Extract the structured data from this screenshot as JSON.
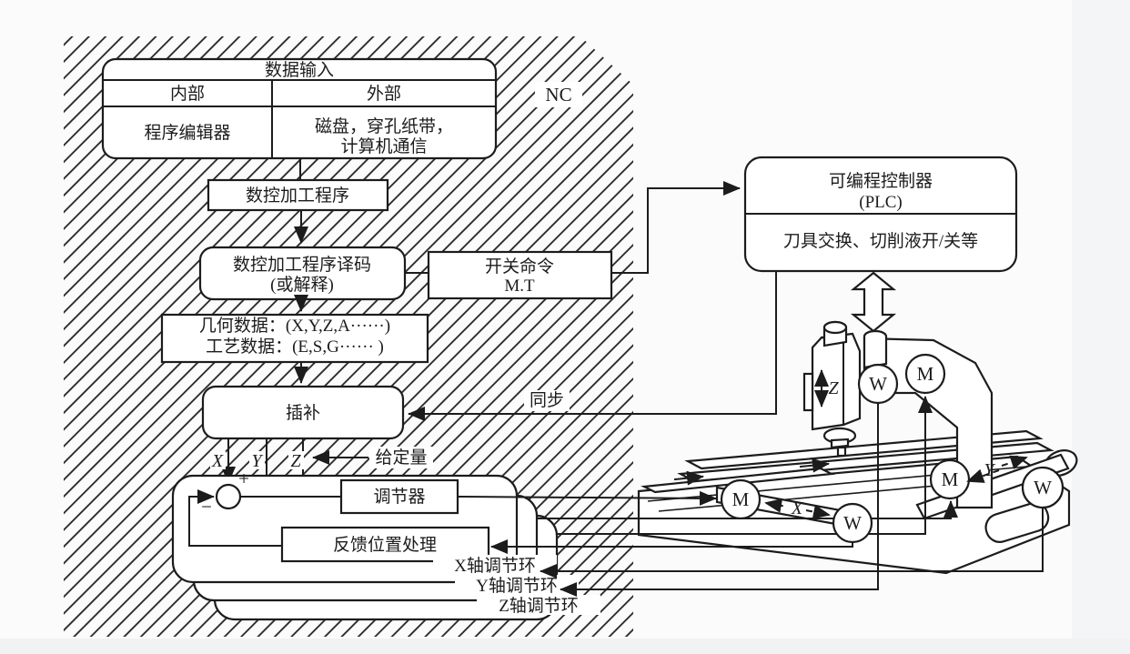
{
  "figure": {
    "nc": "NC",
    "input_table": {
      "title": "数据输入",
      "internal": "内部",
      "external": "外部",
      "internal_item": "程序编辑器",
      "external_item1": "磁盘，穿孔纸带，",
      "external_item2": "计算机通信"
    },
    "nc_program": "数控加工程序",
    "decode1": "数控加工程序译码",
    "decode2": "(或解释)",
    "switch1": "开关命令",
    "switch2": "M.T",
    "geom": "几何数据：(X,Y,Z,A······)",
    "tech": "工艺数据：(E,S,G······ )",
    "interp": "插补",
    "sync": "同步",
    "setpoint": "给定量",
    "plus": "+",
    "minus": "−",
    "axisX": "X",
    "axisY": "Y",
    "axisZ": "Z",
    "regulator": "调节器",
    "feedback": "反馈位置处理",
    "loopX": "X轴调节环",
    "loopY": "Y轴调节环",
    "loopZ": "Z轴调节环",
    "plc1": "可编程控制器",
    "plc2": "(PLC)",
    "plc3": "刀具交换、切削液开/关等",
    "motor": "M",
    "sensor": "W",
    "machineX": "X",
    "machineY": "Y",
    "machineZ": "Z"
  },
  "colors": {
    "ink": "#1c1c1c",
    "paper": "#fbfbfc",
    "box_fill": "#ffffff",
    "band": "#f1f2f4"
  }
}
